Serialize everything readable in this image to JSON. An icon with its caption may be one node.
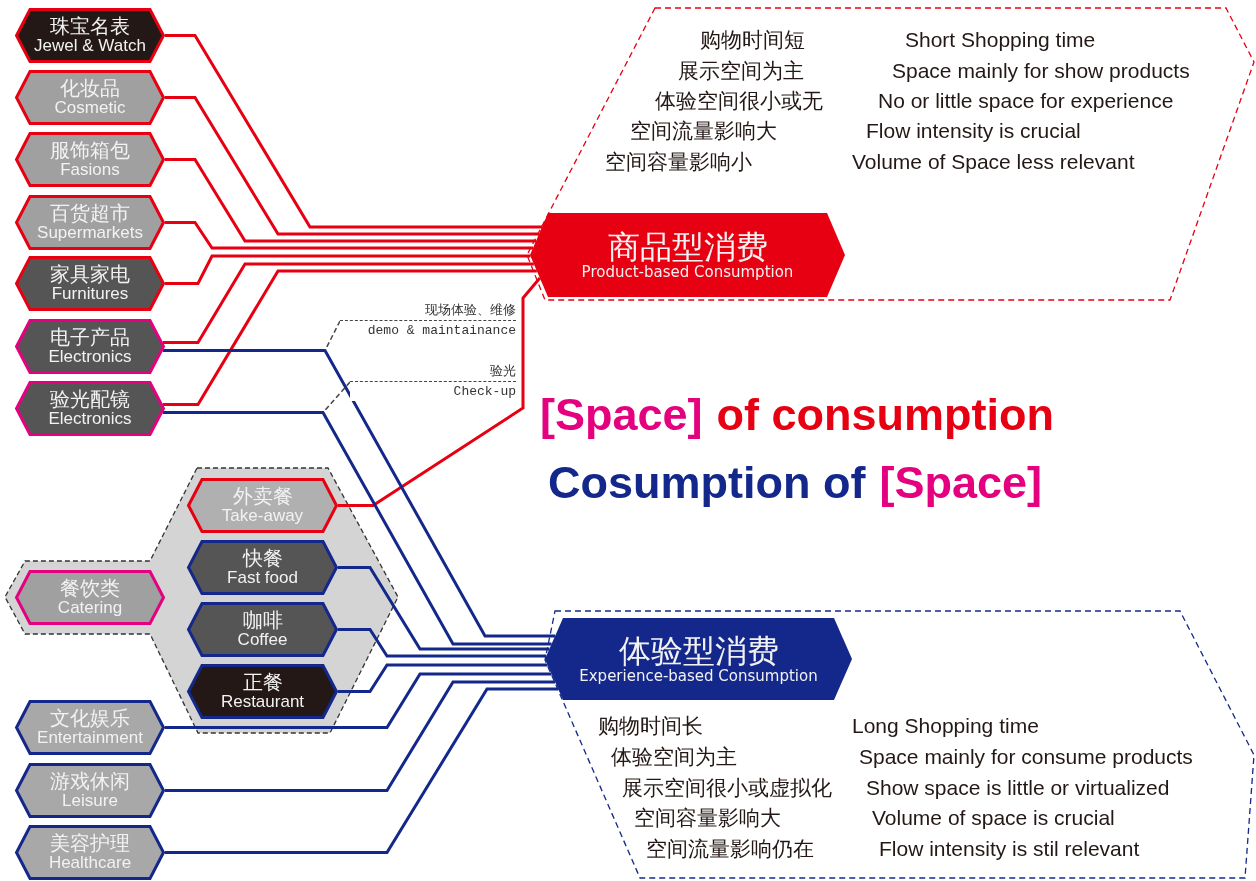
{
  "diagram": {
    "nodes": [
      {
        "text": [
          "珠宝名表",
          "Jewel & Watch"
        ]
      },
      {
        "text": [
          "化妆品",
          "Cosmetic"
        ]
      },
      {
        "text": [
          "服饰箱包",
          "Fasions"
        ]
      },
      {
        "text": [
          "百货超市",
          "Supermarkets"
        ]
      },
      {
        "text": [
          "家具家电",
          "Furnitures"
        ]
      },
      {
        "text": [
          "电子产品",
          "Electronics"
        ]
      },
      {
        "text": [
          "验光配镜",
          "Electronics"
        ]
      },
      {
        "text": [],
        "shape": "hexagon"
      },
      {
        "text": [
          "餐饮类",
          "Catering"
        ],
        "in": 7
      },
      {
        "text": [
          "外卖餐",
          "Take-away"
        ],
        "in": 7
      },
      {
        "text": [
          "快餐",
          "Fast food"
        ],
        "in": 7
      },
      {
        "text": [
          "咖啡",
          "Coffee"
        ],
        "in": 7
      },
      {
        "text": [
          "正餐",
          "Restaurant"
        ],
        "in": 7
      },
      {
        "text": [
          "文化娱乐",
          "Entertainment"
        ]
      },
      {
        "text": [
          "游戏休闲",
          "Leisure"
        ]
      },
      {
        "text": [
          "美容护理",
          "Healthcare"
        ]
      },
      {
        "text": [
          "购物时间短",
          "Short Shopping time",
          "展示空间为主",
          "Space mainly for show products",
          "体验空间很小或无",
          "No or little space for experience",
          "空间流量影响大",
          "Flow intensity is crucial",
          "空间容量影响小",
          "Volume of Space less relevant"
        ]
      },
      {
        "text": [
          "商品型消费",
          "Product-based Consumption"
        ],
        "in": 16
      },
      {
        "text": [
          "购物时间长",
          "Long Shopping time",
          "体验空间为主",
          "Space mainly for consume products",
          "展示空间很小或虚拟化",
          "Show space is little or virtualized",
          "空间容量影响大",
          "Volume of space is crucial",
          "空间流量影响仍在",
          "Flow intensity is stil relevant"
        ]
      },
      {
        "text": [
          "体验型消费",
          "Experience-based Consumption"
        ],
        "in": 18
      },
      {
        "text": [
          "现场体验、维修",
          "demo & maintainance"
        ]
      },
      {
        "text": [
          "验光",
          "Check-up"
        ]
      }
    ],
    "edges": [
      {
        "from": 0,
        "to": 17,
        "arrow": "none",
        "color": "#e60012"
      },
      {
        "from": 1,
        "to": 17,
        "arrow": "none",
        "color": "#e60012"
      },
      {
        "from": 2,
        "to": 17,
        "arrow": "none",
        "color": "#e60012"
      },
      {
        "from": 3,
        "to": 17,
        "arrow": "none",
        "color": "#e60012"
      },
      {
        "from": 4,
        "to": 17,
        "arrow": "none",
        "color": "#e60012"
      },
      {
        "from": 5,
        "to": 17,
        "arrow": "none",
        "color": "#e60012"
      },
      {
        "from": 6,
        "to": 17,
        "arrow": "none",
        "color": "#e60012"
      },
      {
        "from": 9,
        "to": 17,
        "arrow": "none",
        "color": "#e60012"
      },
      {
        "from": 5,
        "to": 19,
        "arrow": "none",
        "color": "#13288a"
      },
      {
        "from": 6,
        "to": 19,
        "arrow": "none",
        "color": "#13288a"
      },
      {
        "from": 10,
        "to": 19,
        "arrow": "none",
        "color": "#13288a"
      },
      {
        "from": 11,
        "to": 19,
        "arrow": "none",
        "color": "#13288a"
      },
      {
        "from": 12,
        "to": 19,
        "arrow": "none",
        "color": "#13288a"
      },
      {
        "from": 13,
        "to": 19,
        "arrow": "none",
        "color": "#13288a"
      },
      {
        "from": 14,
        "to": 19,
        "arrow": "none",
        "color": "#13288a"
      },
      {
        "from": 15,
        "to": 19,
        "arrow": "none",
        "color": "#13288a"
      },
      {
        "from": 20,
        "to": null,
        "arrow": "none",
        "style": "dashed",
        "color": "#444444"
      },
      {
        "from": 21,
        "to": null,
        "arrow": "none",
        "style": "dashed",
        "color": "#444444"
      }
    ],
    "labels": [
      "[Space]",
      "of consumption",
      "Cosumption of",
      "[Space]"
    ]
  }
}
